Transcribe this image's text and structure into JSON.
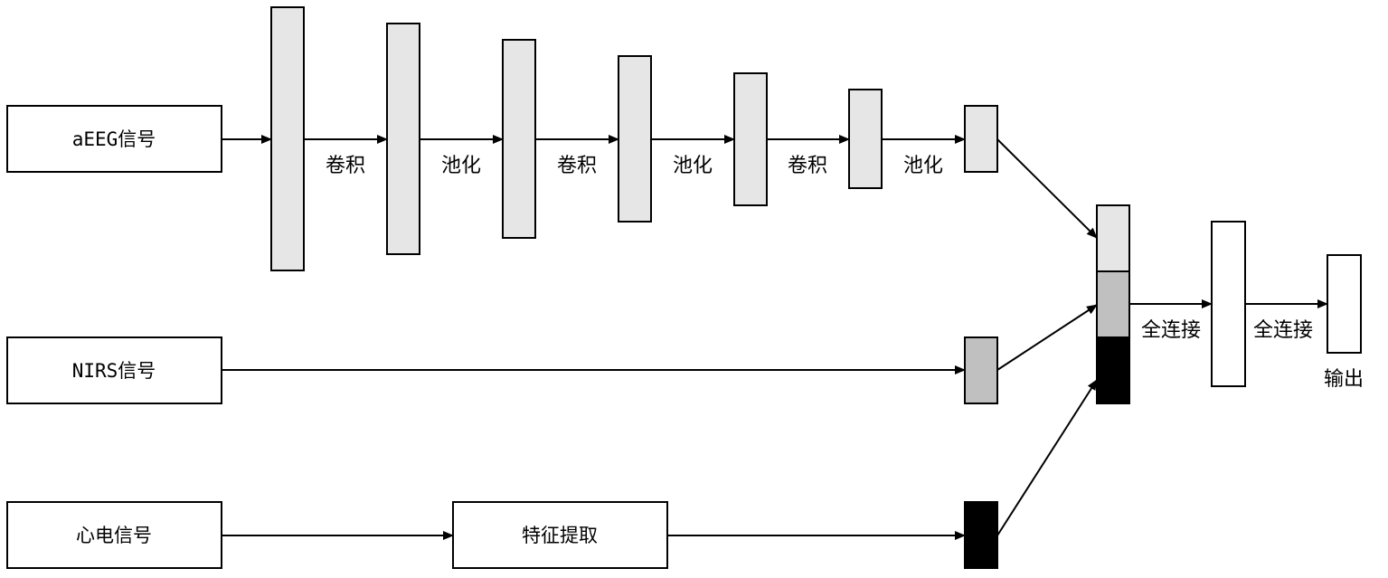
{
  "inputs": {
    "aeeg": "aEEG信号",
    "nirs": "NIRS信号",
    "ecg": "心电信号"
  },
  "feature_extraction": "特征提取",
  "cnn_ops": [
    "卷积",
    "池化",
    "卷积",
    "池化",
    "卷积",
    "池化"
  ],
  "fc_labels": [
    "全连接",
    "全连接"
  ],
  "output": "输出",
  "colors": {
    "cnn_layer": "#e6e6e6",
    "nirs_feature": "#c0c0c0",
    "ecg_feature": "#000000",
    "line": "#000000"
  }
}
